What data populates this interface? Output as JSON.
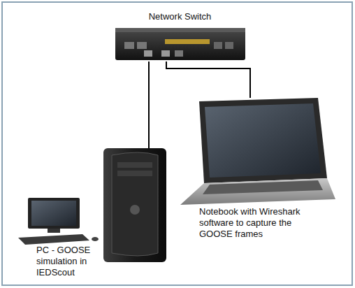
{
  "diagram": {
    "nodes": [
      {
        "text": [
          "Network Switch"
        ]
      },
      {
        "text": [
          "PC - GOOSE simulation in IEDScout"
        ]
      },
      {
        "text": [
          "Notebook with Wireshark software to capture the GOOSE frames"
        ]
      }
    ],
    "edges": [
      {
        "from": 0,
        "to": 1,
        "arrow": "none"
      },
      {
        "from": 0,
        "to": 2,
        "arrow": "none"
      }
    ]
  }
}
